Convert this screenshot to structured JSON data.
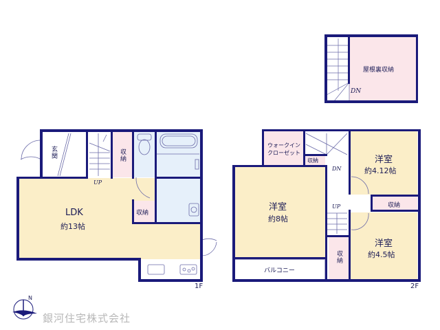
{
  "colors": {
    "wall": "#1a1a7a",
    "living": "#fbeec8",
    "storage": "#fbe6ea",
    "wet": "#e6f0fa",
    "white": "#ffffff",
    "text": "#1a1a55",
    "logo_text": "#b8b8b8"
  },
  "floor1": {
    "tag": "1F",
    "rooms": {
      "entrance": "玄関",
      "storage_top": "収納",
      "ldk_name": "LDK",
      "ldk_size": "約13帖",
      "storage_mid": "収納",
      "stairs_label": "UP"
    }
  },
  "floor2": {
    "tag": "2F",
    "rooms": {
      "walk_in_closet": "ウォークインクローゼット",
      "storage_small": "収納",
      "stairs_dn": "DN",
      "stairs_up": "UP",
      "room_a_name": "洋室",
      "room_a_size": "約4.12帖",
      "storage_right": "収納",
      "room_b_name": "洋室",
      "room_b_size": "約8帖",
      "room_c_name": "洋室",
      "room_c_size": "約4.5帖",
      "storage_vertical": "収納",
      "balcony": "バルコニー"
    }
  },
  "attic": {
    "room": "屋根裏収納",
    "stairs_dn": "DN"
  },
  "footer": {
    "compass_label": "N",
    "company": "銀河住宅株式会社"
  }
}
